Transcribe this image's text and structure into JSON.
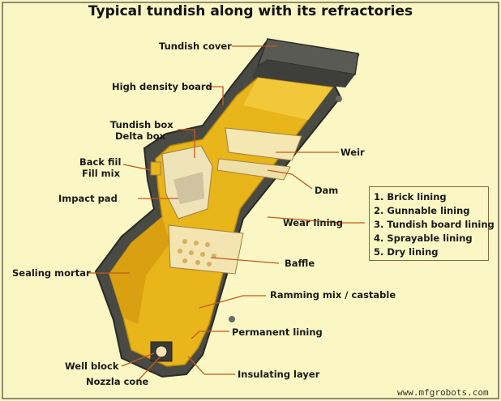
{
  "title": "Typical tundish along with its refractories",
  "labels": {
    "tundish_cover": "Tundish cover",
    "high_density_board": "High density board",
    "tundish_box": "Tundish box",
    "delta_box": "Delta box",
    "back_fill": "Back fiil",
    "fill_mix": "Fill mix",
    "impact_pad": "Impact pad",
    "weir": "Weir",
    "dam": "Dam",
    "wear_lining": "Wear lining",
    "baffle": "Baffle",
    "sealing_mortar": "Sealing mortar",
    "ramming_mix": "Ramming mix / castable",
    "permanent_lining": "Permanent lining",
    "well_block": "Well block",
    "nozzle_cone": "Nozzla cone",
    "insulating_layer": "Insulating layer"
  },
  "wear_lining_types": [
    "1. Brick lining",
    "2. Gunnable lining",
    "3. Tundish board lining",
    "4. Sprayable lining",
    "5. Dry lining"
  ],
  "watermark": "www.mfgrobots.com",
  "colors": {
    "background": "#fbf7c4",
    "shell": "#4a4a44",
    "lining": "#e8b51a",
    "leader": "#c25a1a"
  }
}
